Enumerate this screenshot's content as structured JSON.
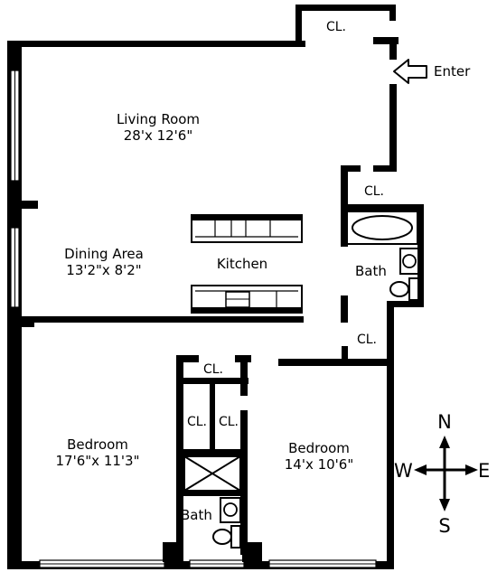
{
  "rooms": {
    "living": {
      "name": "Living Room",
      "dims": "28'x 12'6\""
    },
    "dining": {
      "name": "Dining Area",
      "dims": "13'2\"x 8'2\""
    },
    "kitchen": {
      "name": "Kitchen"
    },
    "bedroom_left": {
      "name": "Bedroom",
      "dims": "17'6\"x 11'3\""
    },
    "bedroom_right": {
      "name": "Bedroom",
      "dims": "14'x 10'6\""
    },
    "bath_upper": {
      "name": "Bath"
    },
    "bath_lower": {
      "name": "Bath"
    }
  },
  "closets": {
    "top": "CL.",
    "upper_right": "CL.",
    "middle_right": "CL.",
    "between_bedrooms": "CL.",
    "pair_left": "CL.",
    "pair_right": "CL."
  },
  "entry": {
    "label": "Enter"
  },
  "compass": {
    "north": "N",
    "south": "S",
    "east": "E",
    "west": "W"
  }
}
